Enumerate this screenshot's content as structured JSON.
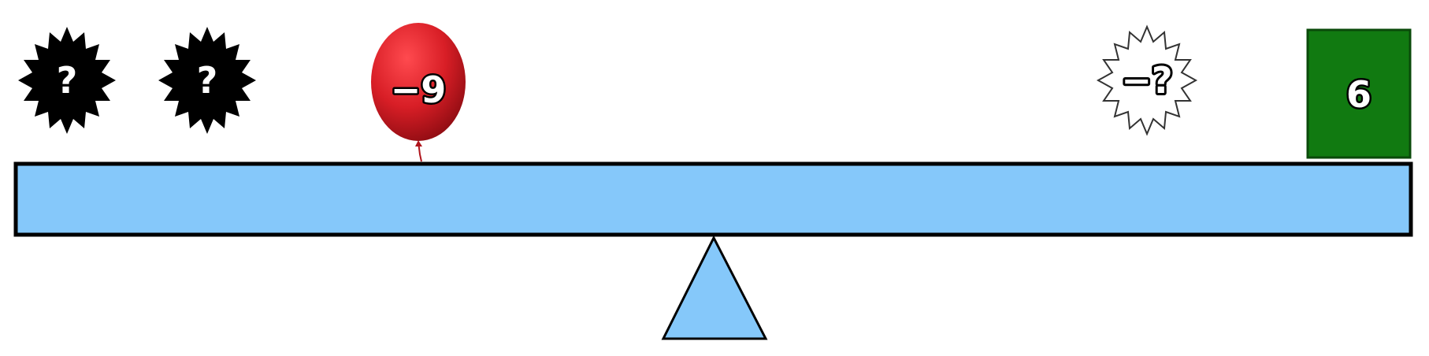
{
  "scale": {
    "left_side": [
      {
        "kind": "unknown-weight",
        "label": "?",
        "color": "#000000"
      },
      {
        "kind": "unknown-weight",
        "label": "?",
        "color": "#000000"
      },
      {
        "kind": "balloon",
        "label": "−9",
        "color": "#d81e26"
      }
    ],
    "right_side": [
      {
        "kind": "unknown-balloon",
        "label": "−?",
        "color": "#ffffff"
      },
      {
        "kind": "weight-box",
        "label": "6",
        "color": "#117a11"
      }
    ],
    "beam_color": "#85c8fa",
    "fulcrum_color": "#85c8fa"
  }
}
